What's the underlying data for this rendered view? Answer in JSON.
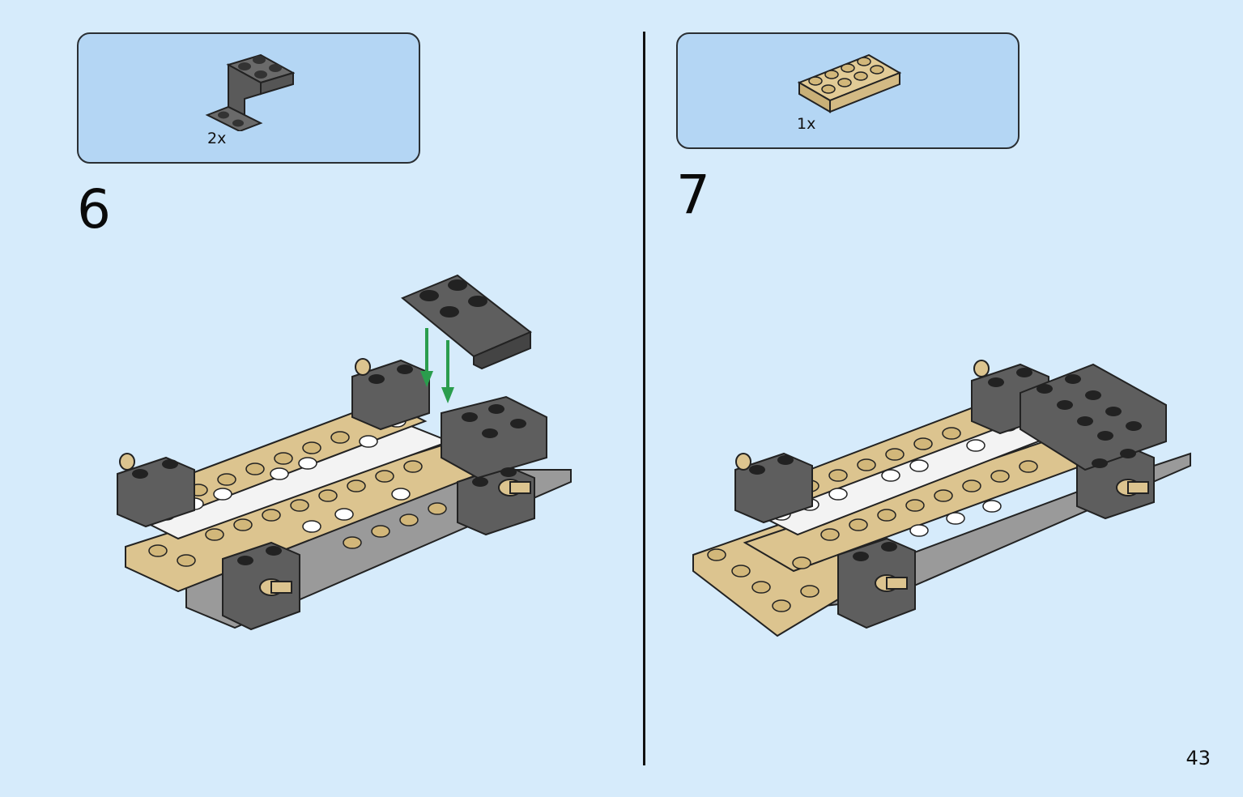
{
  "page": {
    "number": "43"
  },
  "steps": [
    {
      "number": "6",
      "parts": [
        {
          "qty": "2x",
          "part": "dark-gray-bracket-icon"
        }
      ]
    },
    {
      "number": "7",
      "parts": [
        {
          "qty": "1x",
          "part": "tan-plate-2x4-icon"
        }
      ]
    }
  ],
  "colors": {
    "background": "#d6ebfb",
    "parts_box": "#b4d6f4",
    "tan": "#dcc48f",
    "dark_gray": "#6f6f6f",
    "white": "#ffffff",
    "arrow_green": "#2a9d4d"
  }
}
